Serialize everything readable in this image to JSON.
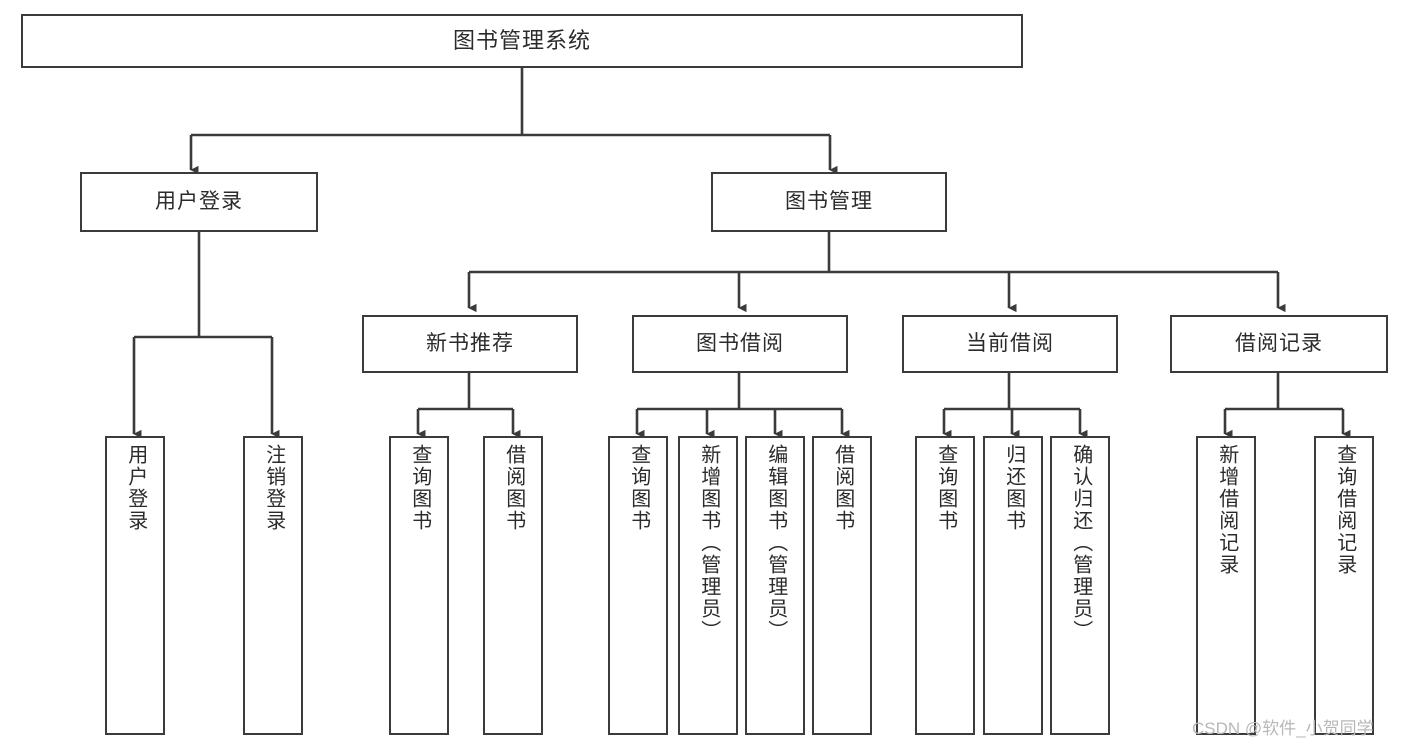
{
  "diagram": {
    "title": "图书管理系统",
    "type": "tree-hierarchy",
    "stroke_color": "#3b3b3b",
    "background_color": "#ffffff",
    "text_color": "#2b2b2b",
    "watermark": "CSDN @软件_小贺同学",
    "root": {
      "label": "图书管理系统"
    },
    "level2": [
      {
        "label": "用户登录"
      },
      {
        "label": "图书管理"
      }
    ],
    "level3": [
      {
        "label": "新书推荐"
      },
      {
        "label": "图书借阅"
      },
      {
        "label": "当前借阅"
      },
      {
        "label": "借阅记录"
      }
    ],
    "leaves": {
      "user_login": [
        {
          "label": "用户登录"
        },
        {
          "label": "注销登录"
        }
      ],
      "new_book_recommend": [
        {
          "label": "查询图书"
        },
        {
          "label": "借阅图书"
        }
      ],
      "book_borrow": [
        {
          "label": "查询图书"
        },
        {
          "label": "新增图书（管理员）"
        },
        {
          "label": "编辑图书（管理员）"
        },
        {
          "label": "借阅图书"
        }
      ],
      "current_borrow": [
        {
          "label": "查询图书"
        },
        {
          "label": "归还图书"
        },
        {
          "label": "确认归还（管理员）"
        }
      ],
      "borrow_record": [
        {
          "label": "新增借阅记录"
        },
        {
          "label": "查询借阅记录"
        }
      ]
    }
  }
}
